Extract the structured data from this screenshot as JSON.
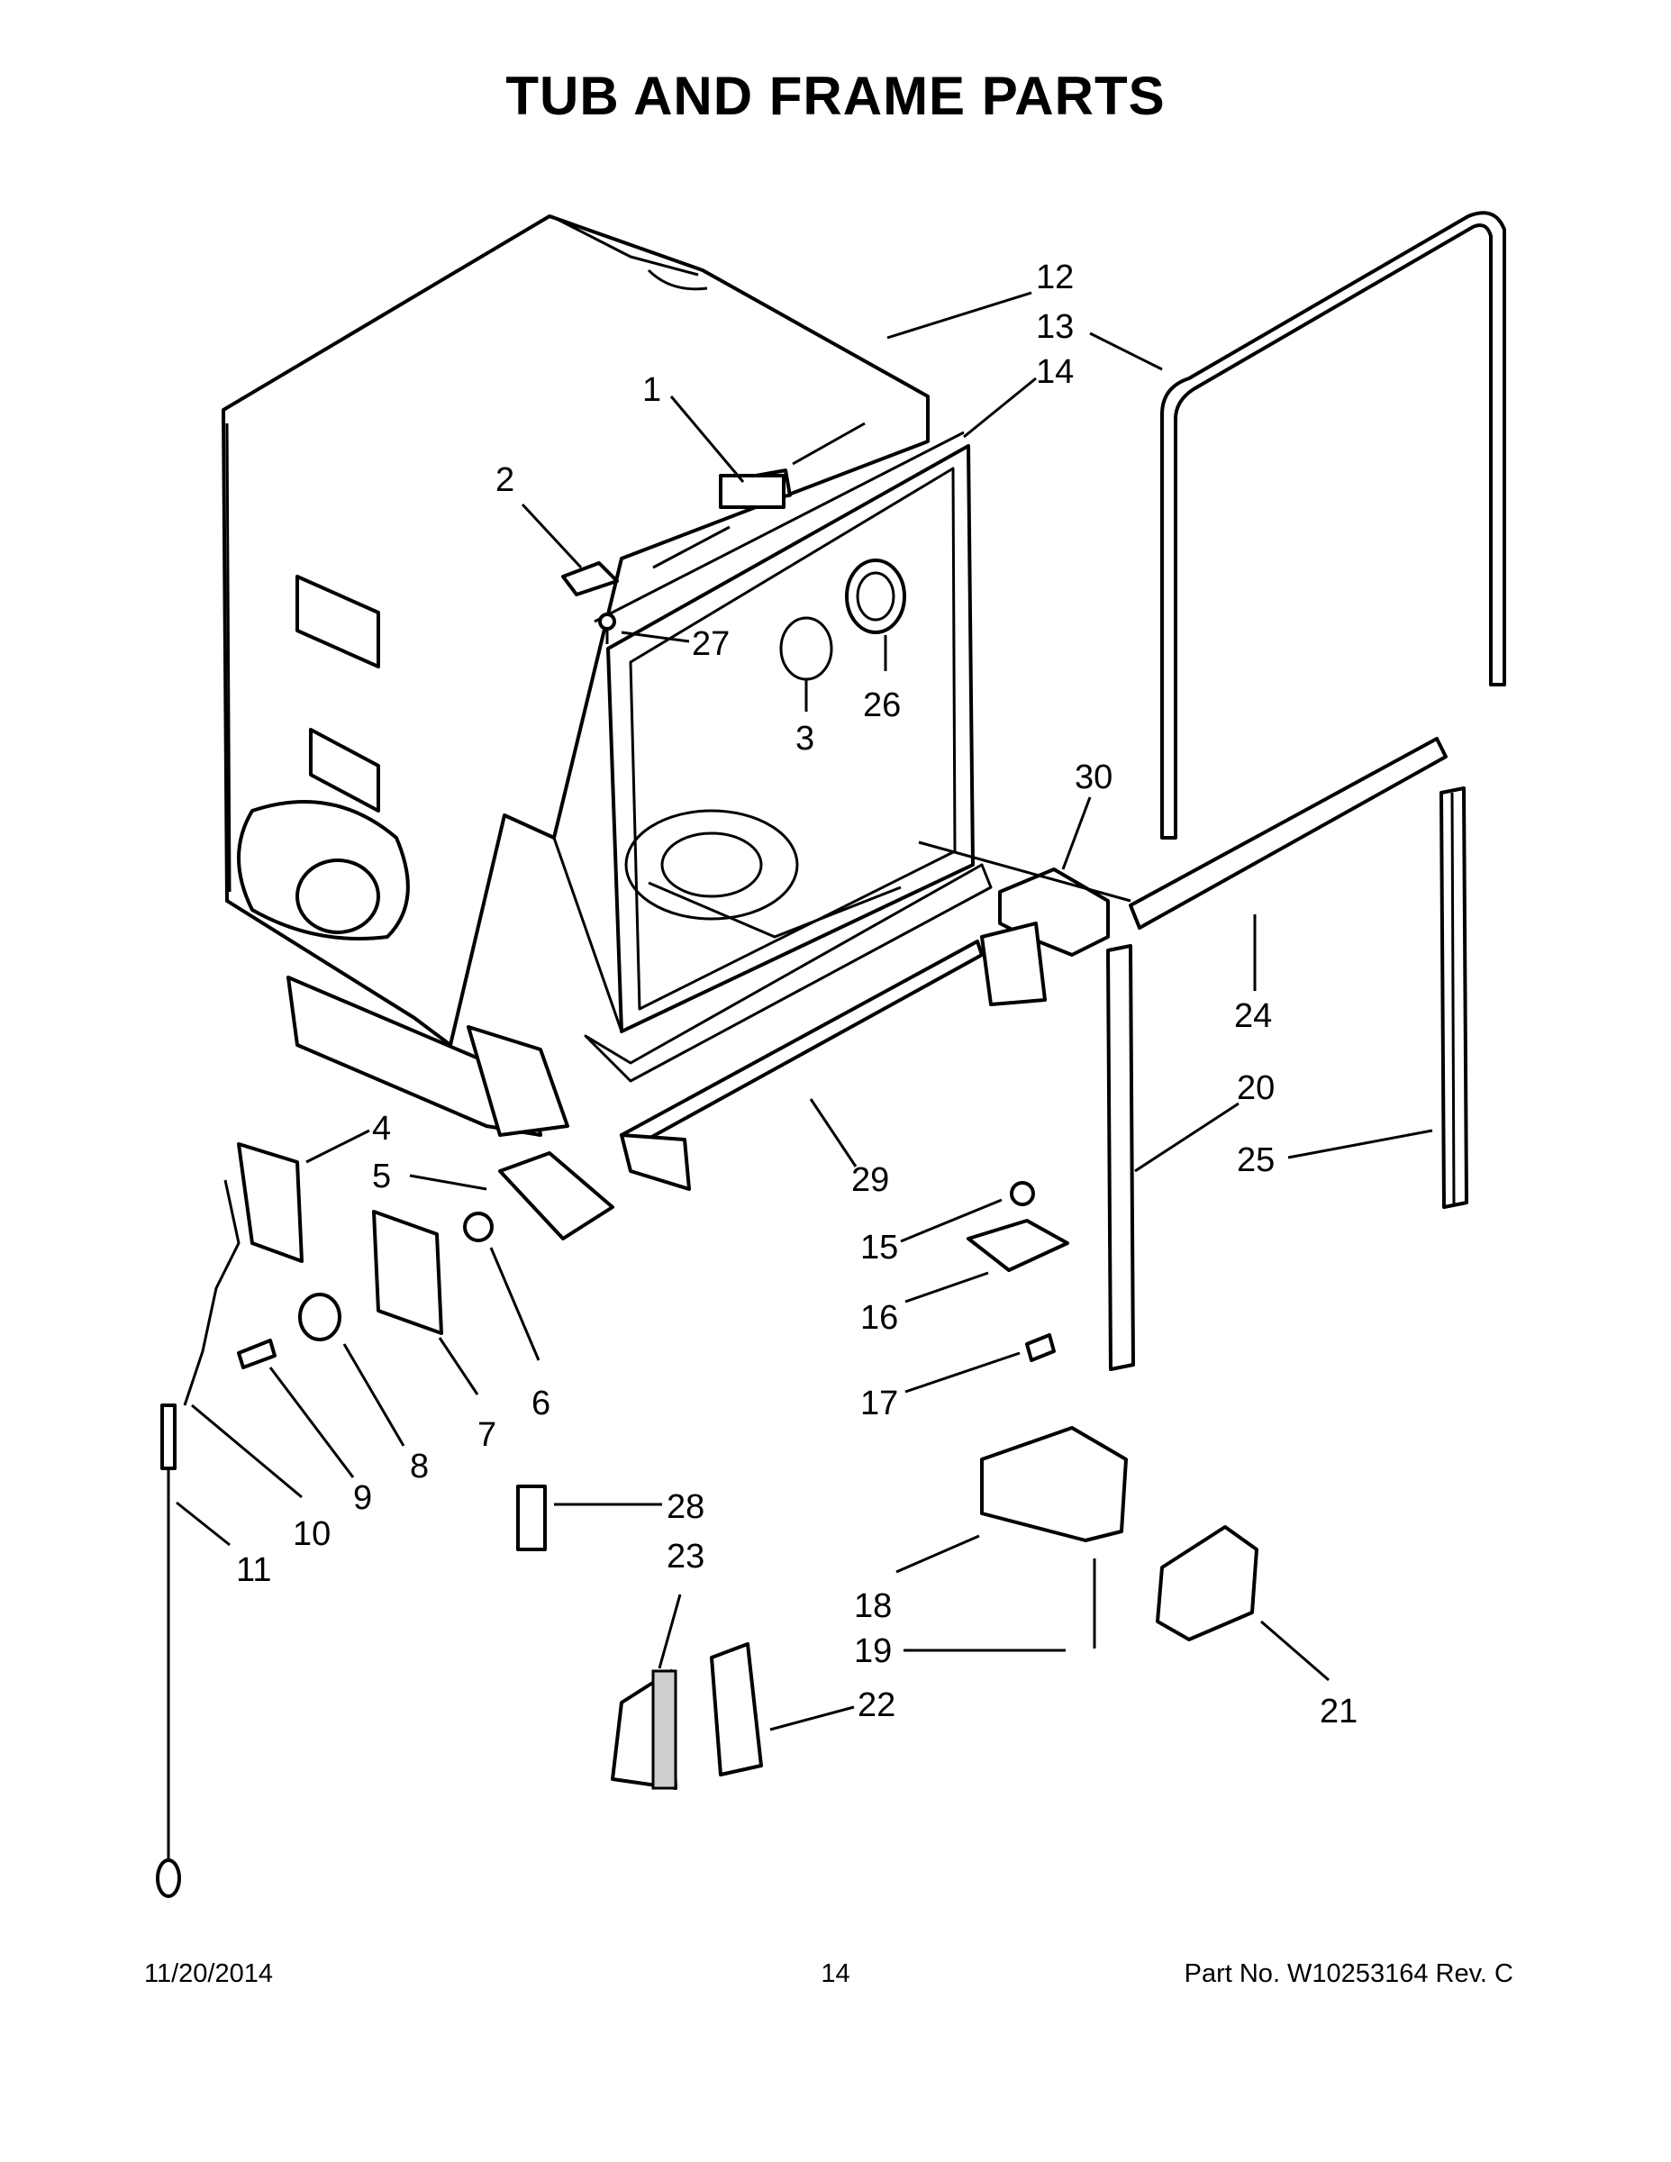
{
  "title": "TUB AND FRAME PARTS",
  "callouts": {
    "c1": "1",
    "c2": "2",
    "c3": "3",
    "c4": "4",
    "c5": "5",
    "c6": "6",
    "c7": "7",
    "c8": "8",
    "c9": "9",
    "c10": "10",
    "c11": "11",
    "c12": "12",
    "c13": "13",
    "c14": "14",
    "c15": "15",
    "c16": "16",
    "c17": "17",
    "c18": "18",
    "c19": "19",
    "c20": "20",
    "c21": "21",
    "c22": "22",
    "c23": "23",
    "c24": "24",
    "c25": "25",
    "c26": "26",
    "c27": "27",
    "c28": "28",
    "c29": "29",
    "c30": "30"
  },
  "footer": {
    "date": "11/20/2014",
    "page": "14",
    "part": "Part No.  W10253164  Rev.  C"
  }
}
